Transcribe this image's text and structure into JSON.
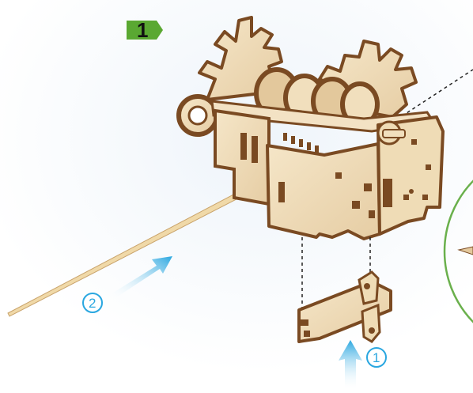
{
  "step": {
    "number": "1",
    "badge_color": "#5aa832"
  },
  "callouts": [
    {
      "label": "2",
      "color": "#2aa7e0"
    },
    {
      "label": "1",
      "color": "#2aa7e0"
    }
  ],
  "colors": {
    "wood_light": "#f1dfbd",
    "wood_mid": "#e3c89c",
    "wood_edge": "#7a4a22",
    "arrow": "#2aa7e0",
    "detail_circle": "#6ab04c",
    "guide_line": "#222222"
  },
  "icons": [
    "step-badge-icon",
    "blue-arrow-icon",
    "circled-number-icon",
    "detail-circle-icon"
  ]
}
